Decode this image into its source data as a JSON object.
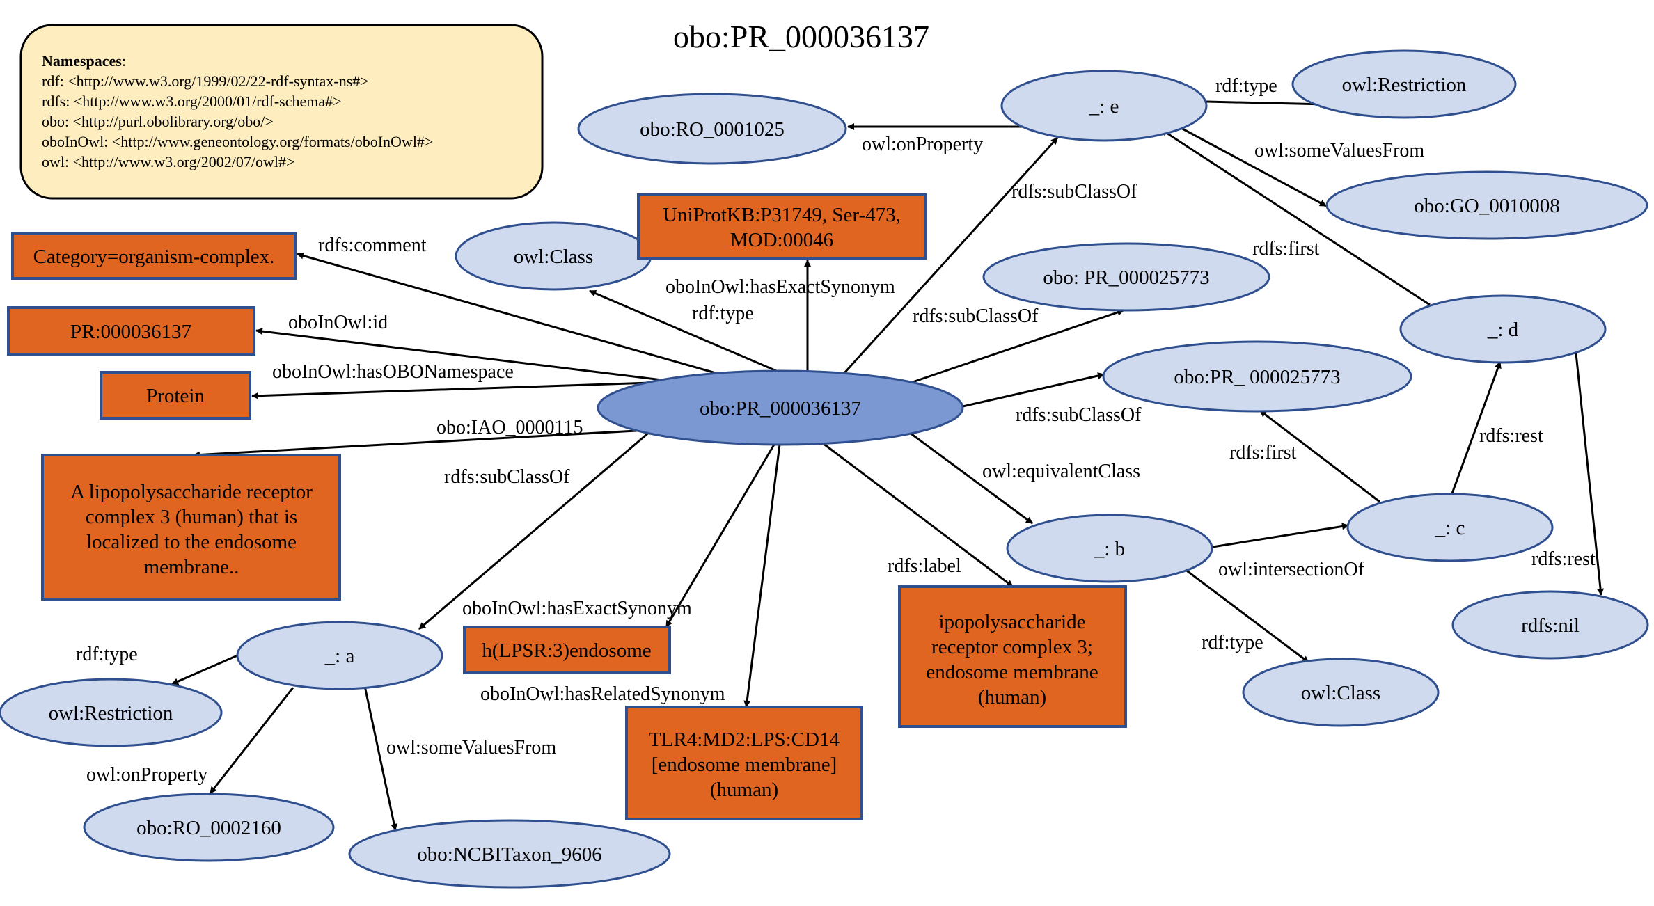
{
  "title": "obo:PR_000036137",
  "namespaces": {
    "heading": "Namespaces",
    "entries": [
      "rdf: <http://www.w3.org/1999/02/22-rdf-syntax-ns#>",
      "rdfs: <http://www.w3.org/2000/01/rdf-schema#>",
      "obo: <http://purl.obolibrary.org/obo/>",
      "oboInOwl: <http://www.geneontology.org/formats/oboInOwl#>",
      "owl: <http://www.w3.org/2002/07/owl#>"
    ]
  },
  "colors": {
    "resource_fill": "#cfdaef",
    "main_fill": "#7b98d3",
    "literal_fill": "#e06520",
    "outline": "#2f4f8f",
    "namespace_fill": "#fdedbf"
  },
  "nodes": {
    "main": {
      "label": "obo:PR_000036137",
      "kind": "main"
    },
    "e": {
      "label": "_: e",
      "kind": "resource"
    },
    "restriction_top": {
      "label": "owl:Restriction",
      "kind": "resource"
    },
    "ro_0001025": {
      "label": "obo:RO_0001025",
      "kind": "resource"
    },
    "go_0010008": {
      "label": "obo:GO_0010008",
      "kind": "resource"
    },
    "class_top": {
      "label": "owl:Class",
      "kind": "resource"
    },
    "uniprot": {
      "lines": [
        "UniProtKB:P31749, Ser-473,",
        "MOD:00046"
      ],
      "kind": "literal"
    },
    "pr_25773_a": {
      "label": "obo: PR_000025773",
      "kind": "resource"
    },
    "d": {
      "label": "_: d",
      "kind": "resource"
    },
    "pr_25773_b": {
      "label": "obo:PR_ 000025773",
      "kind": "resource"
    },
    "category": {
      "label": "Category=organism-complex.",
      "kind": "literal"
    },
    "pr_id": {
      "label": "PR:000036137",
      "kind": "literal"
    },
    "protein": {
      "label": "Protein",
      "kind": "literal"
    },
    "definition": {
      "lines": [
        "A lipopolysaccharide receptor",
        "complex 3 (human) that is",
        "localized to the endosome",
        "membrane.."
      ],
      "kind": "literal"
    },
    "b": {
      "label": "_: b",
      "kind": "resource"
    },
    "c": {
      "label": "_: c",
      "kind": "resource"
    },
    "nil": {
      "label": "rdfs:nil",
      "kind": "resource"
    },
    "class_bottom": {
      "label": "owl:Class",
      "kind": "resource"
    },
    "rdfs_label": {
      "lines": [
        "ipopolysaccharide",
        "receptor complex 3;",
        "endosome membrane",
        "(human)"
      ],
      "kind": "literal"
    },
    "exact_syn": {
      "label": "h(LPSR:3)endosome",
      "kind": "literal"
    },
    "related_syn": {
      "lines": [
        "TLR4:MD2:LPS:CD14",
        "[endosome membrane]",
        "(human)"
      ],
      "kind": "literal"
    },
    "a": {
      "label": "_: a",
      "kind": "resource"
    },
    "restriction_bottom": {
      "label": "owl:Restriction",
      "kind": "resource"
    },
    "ro_0002160": {
      "label": "obo:RO_0002160",
      "kind": "resource"
    },
    "ncbitaxon": {
      "label": "obo:NCBITaxon_9606",
      "kind": "resource"
    }
  },
  "edges": [
    {
      "from": "main",
      "to": "category",
      "label": "rdfs:comment"
    },
    {
      "from": "main",
      "to": "pr_id",
      "label": "oboInOwl:id"
    },
    {
      "from": "main",
      "to": "protein",
      "label": "oboInOwl:hasOBONamespace"
    },
    {
      "from": "main",
      "to": "definition",
      "label": "obo:IAO_0000115"
    },
    {
      "from": "main",
      "to": "class_top",
      "label": "rdf:type"
    },
    {
      "from": "main",
      "to": "uniprot",
      "label": "oboInOwl:hasExactSynonym"
    },
    {
      "from": "main",
      "to": "e",
      "label": "rdfs:subClassOf"
    },
    {
      "from": "main",
      "to": "pr_25773_a",
      "label": "rdfs:subClassOf"
    },
    {
      "from": "main",
      "to": "pr_25773_b",
      "label": "rdfs:subClassOf"
    },
    {
      "from": "main",
      "to": "b",
      "label": "owl:equivalentClass"
    },
    {
      "from": "main",
      "to": "rdfs_label",
      "label": "rdfs:label"
    },
    {
      "from": "main",
      "to": "related_syn",
      "label": "oboInOwl:hasRelatedSynonym"
    },
    {
      "from": "main",
      "to": "exact_syn",
      "label": "oboInOwl:hasExactSynonym"
    },
    {
      "from": "main",
      "to": "a",
      "label": "rdfs:subClassOf"
    },
    {
      "from": "e",
      "to": "restriction_top",
      "label": "rdf:type"
    },
    {
      "from": "e",
      "to": "ro_0001025",
      "label": "owl:onProperty"
    },
    {
      "from": "e",
      "to": "go_0010008",
      "label": "owl:someValuesFrom"
    },
    {
      "from": "d",
      "to": "e",
      "label": "rdfs:first"
    },
    {
      "from": "d",
      "to": "nil",
      "label": "rdfs:rest"
    },
    {
      "from": "c",
      "to": "d",
      "label": "rdfs:rest"
    },
    {
      "from": "c",
      "to": "pr_25773_b",
      "label": "rdfs:first"
    },
    {
      "from": "b",
      "to": "c",
      "label": "owl:intersectionOf"
    },
    {
      "from": "b",
      "to": "class_bottom",
      "label": "rdf:type"
    },
    {
      "from": "a",
      "to": "restriction_bottom",
      "label": "rdf:type"
    },
    {
      "from": "a",
      "to": "ro_0002160",
      "label": "owl:onProperty"
    },
    {
      "from": "a",
      "to": "ncbitaxon",
      "label": "owl:someValuesFrom"
    }
  ]
}
